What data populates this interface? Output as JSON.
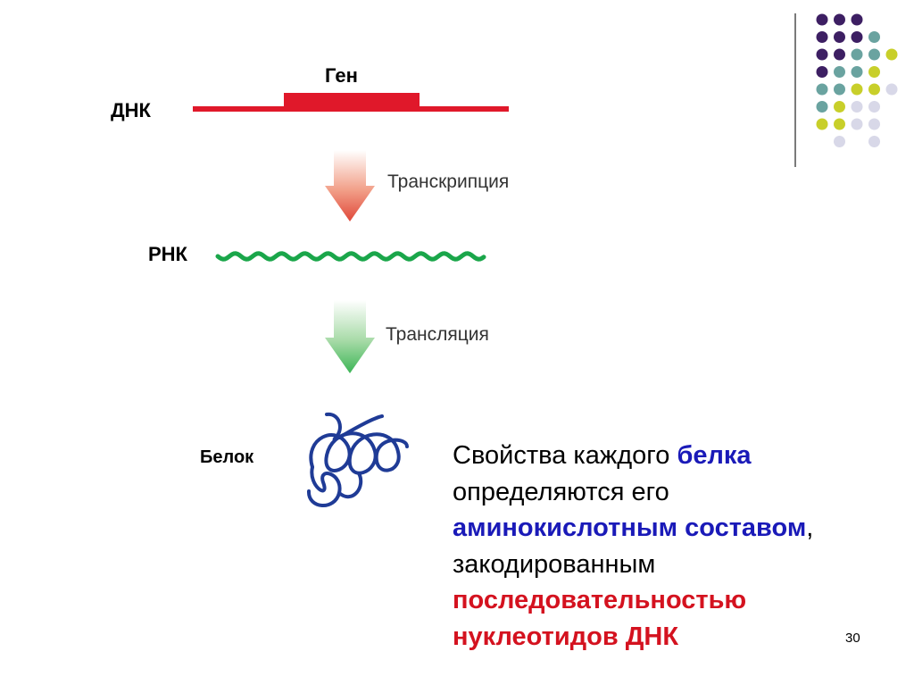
{
  "labels": {
    "gene": "Ген",
    "dna": "ДНК",
    "transcription": "Транскрипция",
    "rna": "РНК",
    "translation": "Трансляция",
    "protein": "Белок"
  },
  "caption": {
    "p1": "Свойства каждого ",
    "p2": "белка",
    "p3": "определяются его",
    "p4": "аминокислотным составом",
    "p5": ",",
    "p6": "закодированным",
    "p7": "последовательностью",
    "p8": "нуклеотидов ДНК"
  },
  "page_number": "30",
  "colors": {
    "dna": "#e0182a",
    "rna": "#1aa64a",
    "protein": "#1f3b96",
    "arrow_red": "#e0483a",
    "arrow_green": "#3cb556",
    "accent_blue": "#1a1ab8",
    "accent_red": "#d4121f",
    "dot_purple": "#3d1f63",
    "dot_teal": "#6aa3a0",
    "dot_yellow": "#c8cf2a",
    "dot_lavender": "#d8d8e8"
  },
  "decoration": {
    "dot_grid": [
      [
        "purple",
        "purple",
        "purple",
        "",
        ""
      ],
      [
        "purple",
        "purple",
        "purple",
        "teal",
        ""
      ],
      [
        "purple",
        "purple",
        "teal",
        "teal",
        "yellow"
      ],
      [
        "purple",
        "teal",
        "teal",
        "yellow",
        ""
      ],
      [
        "teal",
        "teal",
        "yellow",
        "yellow",
        "lavender"
      ],
      [
        "teal",
        "yellow",
        "lavender",
        "lavender",
        ""
      ],
      [
        "yellow",
        "yellow",
        "lavender",
        "lavender",
        ""
      ],
      [
        "",
        "lavender",
        "",
        "lavender",
        ""
      ]
    ]
  }
}
